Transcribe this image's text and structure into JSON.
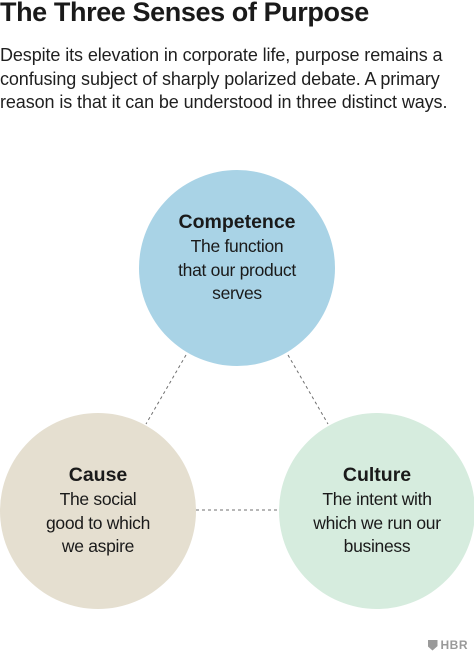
{
  "title": "The Three Senses of Purpose",
  "intro": "Despite its elevation in corporate life, purpose remains a confusing subject of sharply polarized debate. A primary reason is that it can be understood in three distinct ways.",
  "senses": {
    "competence": {
      "heading": "Competence",
      "lines": [
        "The function",
        "that our product",
        "serves"
      ],
      "color": "#a9d3e6"
    },
    "cause": {
      "heading": "Cause",
      "lines": [
        "The social",
        "good to which",
        "we aspire"
      ],
      "color": "#e5dfd0"
    },
    "culture": {
      "heading": "Culture",
      "lines": [
        "The intent with",
        "which we run our",
        "business"
      ],
      "color": "#d6ecde"
    }
  },
  "source_logo": "HBR"
}
